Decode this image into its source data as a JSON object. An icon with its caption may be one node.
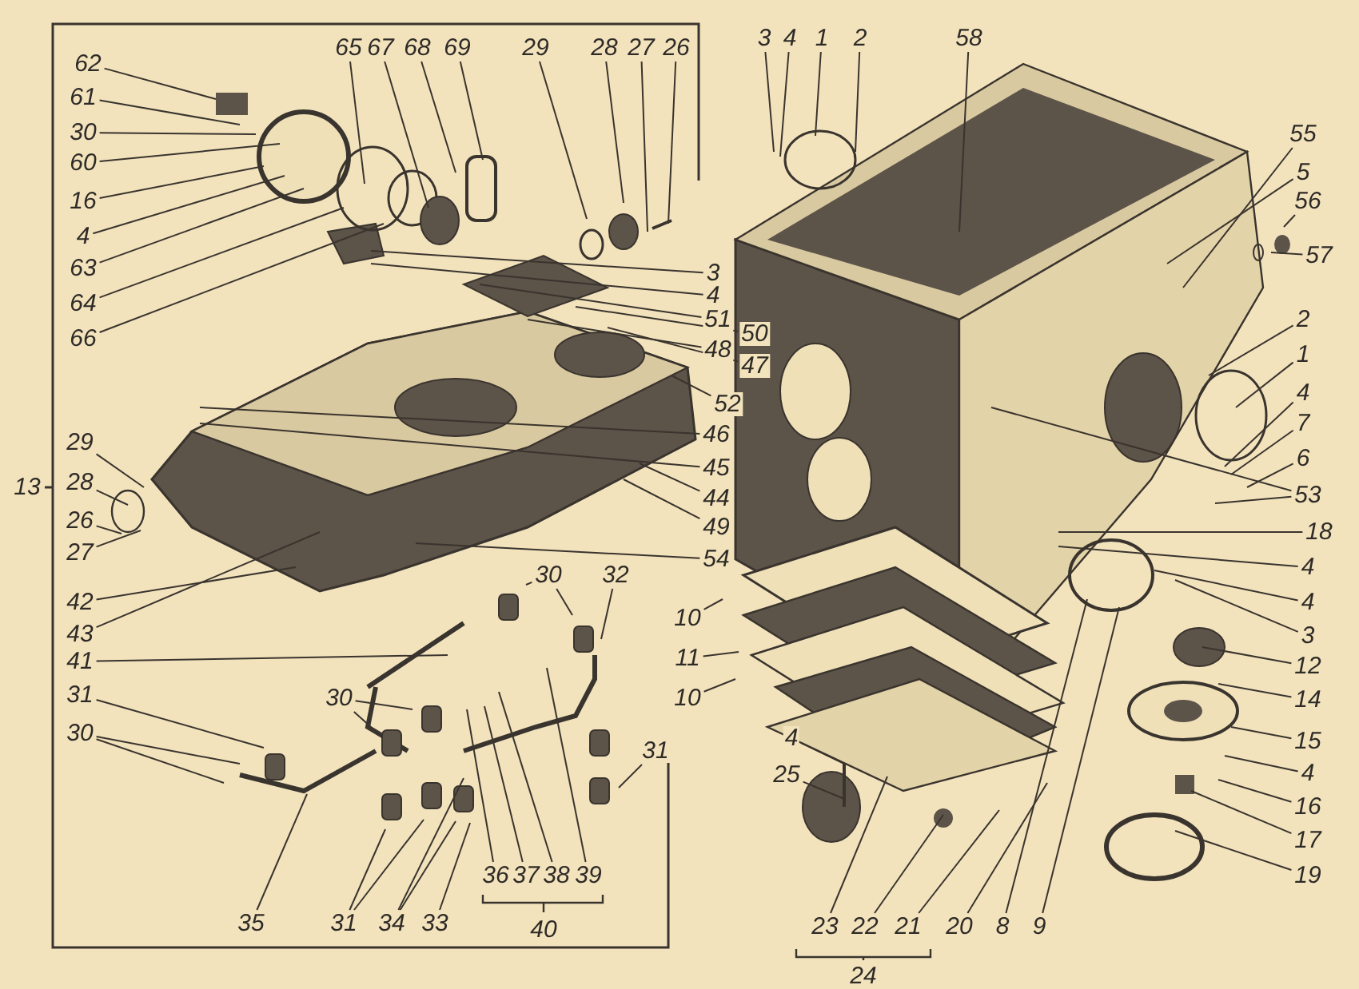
{
  "diagram": {
    "nodes": [
      {
        "text": [
          "62"
        ]
      },
      {
        "text": [
          "61"
        ]
      },
      {
        "text": [
          "30"
        ]
      },
      {
        "text": [
          "60"
        ]
      },
      {
        "text": [
          "16"
        ]
      },
      {
        "text": [
          "4"
        ]
      },
      {
        "text": [
          "63"
        ]
      },
      {
        "text": [
          "64"
        ]
      },
      {
        "text": [
          "66"
        ]
      },
      {
        "text": [
          "65"
        ]
      },
      {
        "text": [
          "67"
        ]
      },
      {
        "text": [
          "68"
        ]
      },
      {
        "text": [
          "69"
        ]
      },
      {
        "text": [
          "29"
        ]
      },
      {
        "text": [
          "28"
        ]
      },
      {
        "text": [
          "27"
        ]
      },
      {
        "text": [
          "26"
        ]
      },
      {
        "text": [
          "3"
        ]
      },
      {
        "text": [
          "4"
        ]
      },
      {
        "text": [
          "51"
        ]
      },
      {
        "text": [
          "50"
        ]
      },
      {
        "text": [
          "48"
        ]
      },
      {
        "text": [
          "47"
        ]
      },
      {
        "text": [
          "52"
        ]
      },
      {
        "text": [
          "46"
        ]
      },
      {
        "text": [
          "45"
        ]
      },
      {
        "text": [
          "44"
        ]
      },
      {
        "text": [
          "49"
        ]
      },
      {
        "text": [
          "54"
        ]
      },
      {
        "text": [
          "29"
        ]
      },
      {
        "text": [
          "28"
        ]
      },
      {
        "text": [
          "26"
        ]
      },
      {
        "text": [
          "27"
        ]
      },
      {
        "text": [
          "42"
        ]
      },
      {
        "text": [
          "43"
        ]
      },
      {
        "text": [
          "41"
        ]
      },
      {
        "text": [
          "31"
        ]
      },
      {
        "text": [
          "30"
        ]
      },
      {
        "text": [
          "30"
        ]
      },
      {
        "text": [
          "32"
        ]
      },
      {
        "text": [
          "10"
        ]
      },
      {
        "text": [
          "11"
        ]
      },
      {
        "text": [
          "10"
        ]
      },
      {
        "text": [
          "30"
        ]
      },
      {
        "text": [
          "31"
        ]
      },
      {
        "text": [
          "35"
        ]
      },
      {
        "text": [
          "31"
        ]
      },
      {
        "text": [
          "34"
        ]
      },
      {
        "text": [
          "33"
        ]
      },
      {
        "text": [
          "36"
        ]
      },
      {
        "text": [
          "37"
        ]
      },
      {
        "text": [
          "38"
        ]
      },
      {
        "text": [
          "39"
        ]
      },
      {
        "text": [
          "3"
        ]
      },
      {
        "text": [
          "4"
        ]
      },
      {
        "text": [
          "1"
        ]
      },
      {
        "text": [
          "2"
        ]
      },
      {
        "text": [
          "58"
        ]
      },
      {
        "text": [
          "55"
        ]
      },
      {
        "text": [
          "5"
        ]
      },
      {
        "text": [
          "56"
        ]
      },
      {
        "text": [
          "57"
        ]
      },
      {
        "text": [
          "2"
        ]
      },
      {
        "text": [
          "1"
        ]
      },
      {
        "text": [
          "4"
        ]
      },
      {
        "text": [
          "7"
        ]
      },
      {
        "text": [
          "6"
        ]
      },
      {
        "text": [
          "53"
        ]
      },
      {
        "text": [
          "18"
        ]
      },
      {
        "text": [
          "4"
        ]
      },
      {
        "text": [
          "4"
        ]
      },
      {
        "text": [
          "3"
        ]
      },
      {
        "text": [
          "12"
        ]
      },
      {
        "text": [
          "14"
        ]
      },
      {
        "text": [
          "15"
        ]
      },
      {
        "text": [
          "4"
        ]
      },
      {
        "text": [
          "16"
        ]
      },
      {
        "text": [
          "17"
        ]
      },
      {
        "text": [
          "19"
        ]
      },
      {
        "text": [
          "4"
        ]
      },
      {
        "text": [
          "25"
        ]
      },
      {
        "text": [
          "23"
        ]
      },
      {
        "text": [
          "22"
        ]
      },
      {
        "text": [
          "21"
        ]
      },
      {
        "text": [
          "20"
        ]
      },
      {
        "text": [
          "8"
        ]
      },
      {
        "text": [
          "9"
        ]
      }
    ],
    "edges": [
      {
        "from": 0,
        "to": null,
        "arrow": "none"
      },
      {
        "from": 1,
        "to": null,
        "arrow": "none"
      },
      {
        "from": 2,
        "to": null,
        "arrow": "none"
      },
      {
        "from": 3,
        "to": null,
        "arrow": "none"
      },
      {
        "from": 4,
        "to": null,
        "arrow": "none"
      },
      {
        "from": 5,
        "to": null,
        "arrow": "none"
      },
      {
        "from": 6,
        "to": null,
        "arrow": "none"
      },
      {
        "from": 7,
        "to": null,
        "arrow": "none"
      },
      {
        "from": 8,
        "to": null,
        "arrow": "none"
      },
      {
        "from": 9,
        "to": null,
        "arrow": "none"
      },
      {
        "from": 10,
        "to": null,
        "arrow": "none"
      },
      {
        "from": 11,
        "to": null,
        "arrow": "none"
      },
      {
        "from": 12,
        "to": null,
        "arrow": "none"
      },
      {
        "from": 13,
        "to": null,
        "arrow": "none"
      },
      {
        "from": 14,
        "to": null,
        "arrow": "none"
      },
      {
        "from": 15,
        "to": null,
        "arrow": "none"
      },
      {
        "from": 16,
        "to": null,
        "arrow": "none"
      },
      {
        "from": 17,
        "to": null,
        "arrow": "none"
      },
      {
        "from": 18,
        "to": null,
        "arrow": "none"
      },
      {
        "from": 19,
        "to": null,
        "arrow": "none"
      },
      {
        "from": 20,
        "to": null,
        "arrow": "none"
      },
      {
        "from": 21,
        "to": null,
        "arrow": "none"
      },
      {
        "from": 22,
        "to": null,
        "arrow": "none"
      },
      {
        "from": 23,
        "to": null,
        "arrow": "none"
      },
      {
        "from": 24,
        "to": null,
        "arrow": "none"
      },
      {
        "from": 25,
        "to": null,
        "arrow": "none"
      },
      {
        "from": 26,
        "to": null,
        "arrow": "none"
      },
      {
        "from": 27,
        "to": null,
        "arrow": "none"
      },
      {
        "from": 28,
        "to": null,
        "arrow": "none"
      },
      {
        "from": 29,
        "to": null,
        "arrow": "none"
      },
      {
        "from": 30,
        "to": null,
        "arrow": "none"
      },
      {
        "from": 31,
        "to": null,
        "arrow": "none"
      },
      {
        "from": 32,
        "to": null,
        "arrow": "none"
      },
      {
        "from": 33,
        "to": null,
        "arrow": "none"
      },
      {
        "from": 34,
        "to": null,
        "arrow": "none"
      },
      {
        "from": 35,
        "to": null,
        "arrow": "none"
      },
      {
        "from": 36,
        "to": null,
        "arrow": "none"
      },
      {
        "from": 37,
        "to": null,
        "arrow": "none"
      },
      {
        "from": 37,
        "to": null,
        "arrow": "none"
      },
      {
        "from": 38,
        "to": null,
        "arrow": "none"
      },
      {
        "from": 38,
        "to": null,
        "arrow": "none"
      },
      {
        "from": 39,
        "to": null,
        "arrow": "none"
      },
      {
        "from": 40,
        "to": null,
        "arrow": "none"
      },
      {
        "from": 41,
        "to": null,
        "arrow": "none"
      },
      {
        "from": 42,
        "to": null,
        "arrow": "none"
      },
      {
        "from": 43,
        "to": null,
        "arrow": "none"
      },
      {
        "from": 43,
        "to": null,
        "arrow": "none"
      },
      {
        "from": 44,
        "to": null,
        "arrow": "none"
      },
      {
        "from": 45,
        "to": null,
        "arrow": "none"
      },
      {
        "from": 46,
        "to": null,
        "arrow": "none"
      },
      {
        "from": 46,
        "to": null,
        "arrow": "none"
      },
      {
        "from": 47,
        "to": null,
        "arrow": "none"
      },
      {
        "from": 47,
        "to": null,
        "arrow": "none"
      },
      {
        "from": 48,
        "to": null,
        "arrow": "none"
      },
      {
        "from": 49,
        "to": null,
        "arrow": "none"
      },
      {
        "from": 50,
        "to": null,
        "arrow": "none"
      },
      {
        "from": 51,
        "to": null,
        "arrow": "none"
      },
      {
        "from": 52,
        "to": null,
        "arrow": "none"
      },
      {
        "from": 53,
        "to": null,
        "arrow": "none"
      },
      {
        "from": 54,
        "to": null,
        "arrow": "none"
      },
      {
        "from": 55,
        "to": null,
        "arrow": "none"
      },
      {
        "from": 56,
        "to": null,
        "arrow": "none"
      },
      {
        "from": 57,
        "to": null,
        "arrow": "none"
      },
      {
        "from": 58,
        "to": null,
        "arrow": "none"
      },
      {
        "from": 59,
        "to": null,
        "arrow": "none"
      },
      {
        "from": 60,
        "to": null,
        "arrow": "none"
      },
      {
        "from": 61,
        "to": null,
        "arrow": "none"
      },
      {
        "from": 62,
        "to": null,
        "arrow": "none"
      },
      {
        "from": 63,
        "to": null,
        "arrow": "none"
      },
      {
        "from": 64,
        "to": null,
        "arrow": "none"
      },
      {
        "from": 65,
        "to": null,
        "arrow": "none"
      },
      {
        "from": 66,
        "to": null,
        "arrow": "none"
      },
      {
        "from": 67,
        "to": null,
        "arrow": "none"
      },
      {
        "from": 67,
        "to": null,
        "arrow": "none"
      },
      {
        "from": 68,
        "to": null,
        "arrow": "none"
      },
      {
        "from": 69,
        "to": null,
        "arrow": "none"
      },
      {
        "from": 70,
        "to": null,
        "arrow": "none"
      },
      {
        "from": 71,
        "to": null,
        "arrow": "none"
      },
      {
        "from": 72,
        "to": null,
        "arrow": "none"
      },
      {
        "from": 73,
        "to": null,
        "arrow": "none"
      },
      {
        "from": 74,
        "to": null,
        "arrow": "none"
      },
      {
        "from": 75,
        "to": null,
        "arrow": "none"
      },
      {
        "from": 76,
        "to": null,
        "arrow": "none"
      },
      {
        "from": 77,
        "to": null,
        "arrow": "none"
      },
      {
        "from": 78,
        "to": null,
        "arrow": "none"
      },
      {
        "from": 79,
        "to": null,
        "arrow": "none"
      },
      {
        "from": 80,
        "to": null,
        "arrow": "none"
      },
      {
        "from": 81,
        "to": null,
        "arrow": "none"
      },
      {
        "from": 82,
        "to": null,
        "arrow": "none"
      },
      {
        "from": 83,
        "to": null,
        "arrow": "none"
      },
      {
        "from": 84,
        "to": null,
        "arrow": "none"
      },
      {
        "from": 85,
        "to": null,
        "arrow": "none"
      },
      {
        "from": 86,
        "to": null,
        "arrow": "none"
      }
    ],
    "labels": [
      "13",
      "40",
      "24"
    ]
  }
}
